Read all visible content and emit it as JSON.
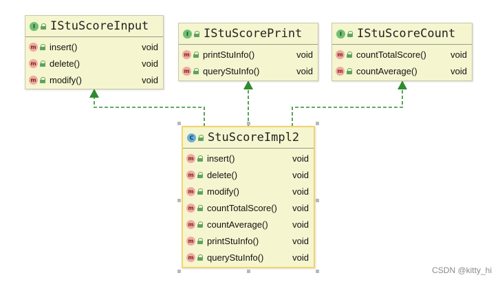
{
  "interfaces": [
    {
      "name": "IStuScoreInput",
      "kind": "I",
      "methods": [
        {
          "name": "insert()",
          "return": "void"
        },
        {
          "name": "delete()",
          "return": "void"
        },
        {
          "name": "modify()",
          "return": "void"
        }
      ]
    },
    {
      "name": "IStuScorePrint",
      "kind": "I",
      "methods": [
        {
          "name": "printStuInfo()",
          "return": "void"
        },
        {
          "name": "queryStuInfo()",
          "return": "void"
        }
      ]
    },
    {
      "name": "IStuScoreCount",
      "kind": "I",
      "methods": [
        {
          "name": "countTotalScore()",
          "return": "void"
        },
        {
          "name": "countAverage()",
          "return": "void"
        }
      ]
    }
  ],
  "impl": {
    "name": "StuScoreImpl2",
    "kind": "C",
    "methods": [
      {
        "name": "insert()",
        "return": "void"
      },
      {
        "name": "delete()",
        "return": "void"
      },
      {
        "name": "modify()",
        "return": "void"
      },
      {
        "name": "countTotalScore()",
        "return": "void"
      },
      {
        "name": "countAverage()",
        "return": "void"
      },
      {
        "name": "printStuInfo()",
        "return": "void"
      },
      {
        "name": "queryStuInfo()",
        "return": "void"
      }
    ]
  },
  "method_badge": "m",
  "colors": {
    "box_fill": "#f5f5d0",
    "edge": "#2e8b2e",
    "selection_border": "#f2d46a"
  },
  "icons": {
    "interface": "interface-icon",
    "class": "class-icon",
    "method": "method-icon",
    "public": "public-lock-icon"
  },
  "watermark": "CSDN @kitty_hi"
}
